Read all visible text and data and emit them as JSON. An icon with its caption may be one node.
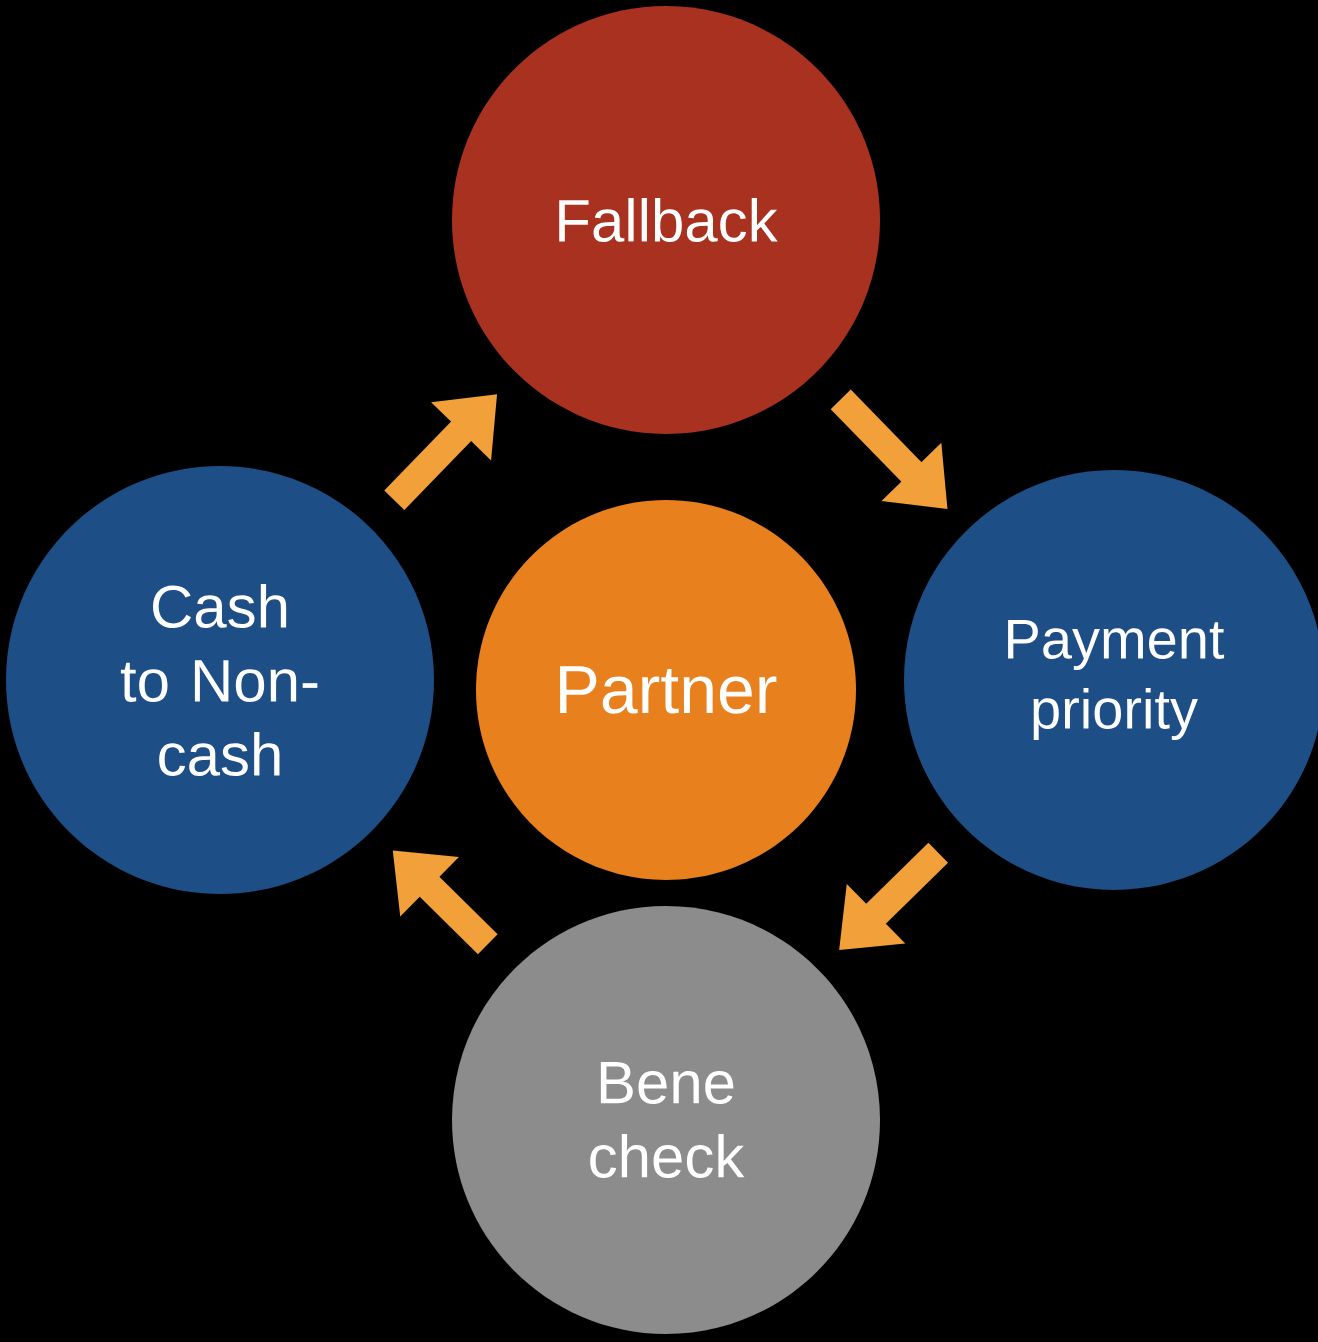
{
  "diagram": {
    "nodes": [
      {
        "text": [
          "Fallback"
        ]
      },
      {
        "text": [
          "Cash to Non-cash"
        ]
      },
      {
        "text": [
          "Partner"
        ]
      },
      {
        "text": [
          "Payment priority"
        ]
      },
      {
        "text": [
          "Bene check"
        ]
      }
    ],
    "edges": [
      {
        "from": 1,
        "to": 0,
        "arrow": "to"
      },
      {
        "from": 0,
        "to": 3,
        "arrow": "to"
      },
      {
        "from": 3,
        "to": 4,
        "arrow": "to"
      },
      {
        "from": 4,
        "to": 1,
        "arrow": "to"
      }
    ]
  }
}
